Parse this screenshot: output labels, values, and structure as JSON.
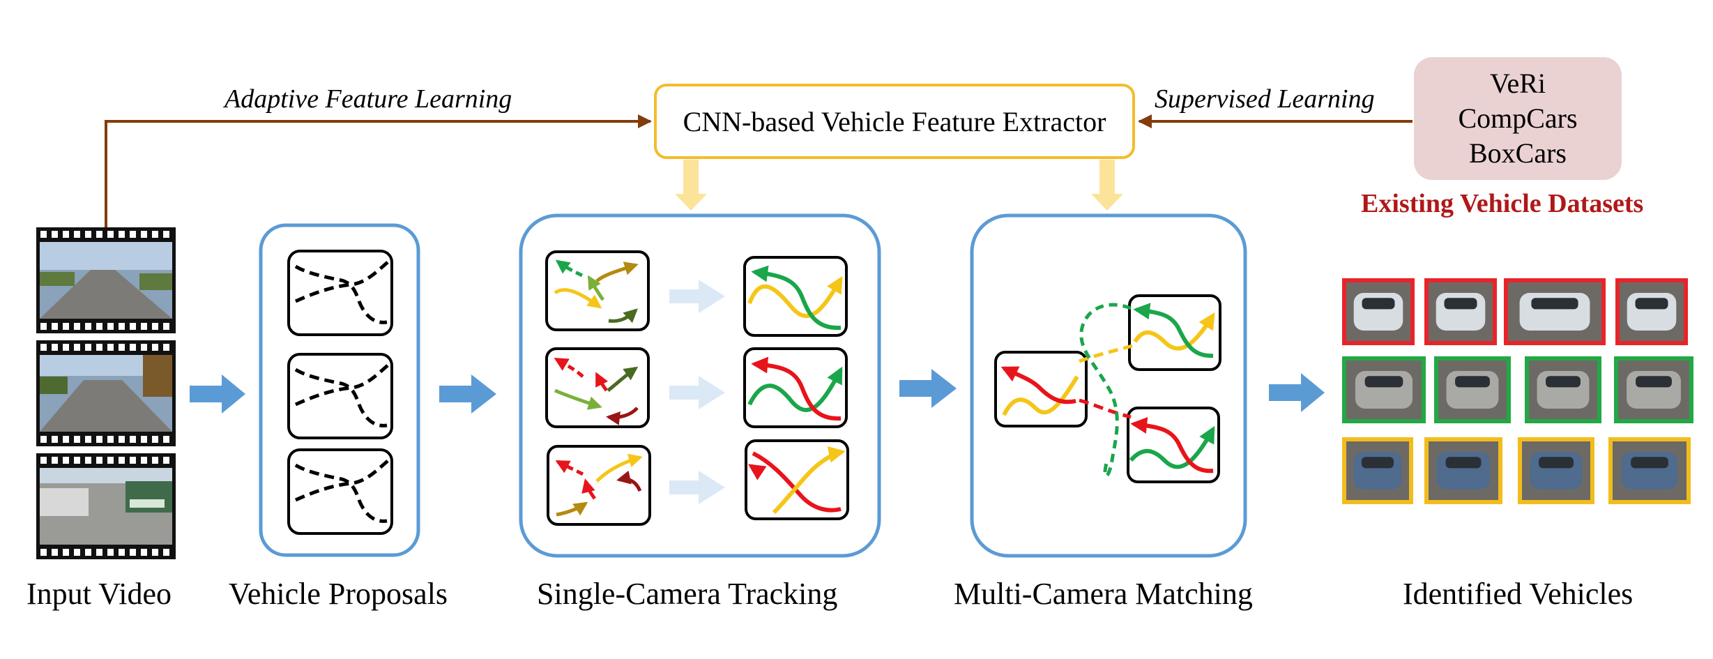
{
  "extractor": {
    "label": "CNN-based Vehicle Feature Extractor"
  },
  "flows": {
    "adaptive": "Adaptive Feature Learning",
    "supervised": "Supervised Learning"
  },
  "datasets": {
    "items": [
      "VeRi",
      "CompCars",
      "BoxCars"
    ],
    "title": "Existing Vehicle Datasets"
  },
  "stages": [
    {
      "label": "Input Video"
    },
    {
      "label": "Vehicle Proposals"
    },
    {
      "label": "Single-Camera Tracking"
    },
    {
      "label": "Multi-Camera Matching"
    },
    {
      "label": "Identified Vehicles"
    }
  ],
  "colors": {
    "stage_border": "#5b9bd5",
    "extractor_border": "#f2bd2c",
    "down_arrow": "#fbe49a",
    "flow_line": "#843c0c",
    "dataset_bg": "#ead1d2",
    "dataset_title": "#b01818",
    "track_yellow": "#f5c518",
    "track_green": "#1aa64a",
    "track_red": "#e8141b",
    "track_olive": "#b48a12",
    "track_darkgreen": "#4a6a22",
    "track_lightgreen": "#7ab03a",
    "track_darkred": "#9a1515",
    "group_red": "#e8242a",
    "group_green": "#22a845",
    "group_yellow": "#f2bd1c"
  }
}
